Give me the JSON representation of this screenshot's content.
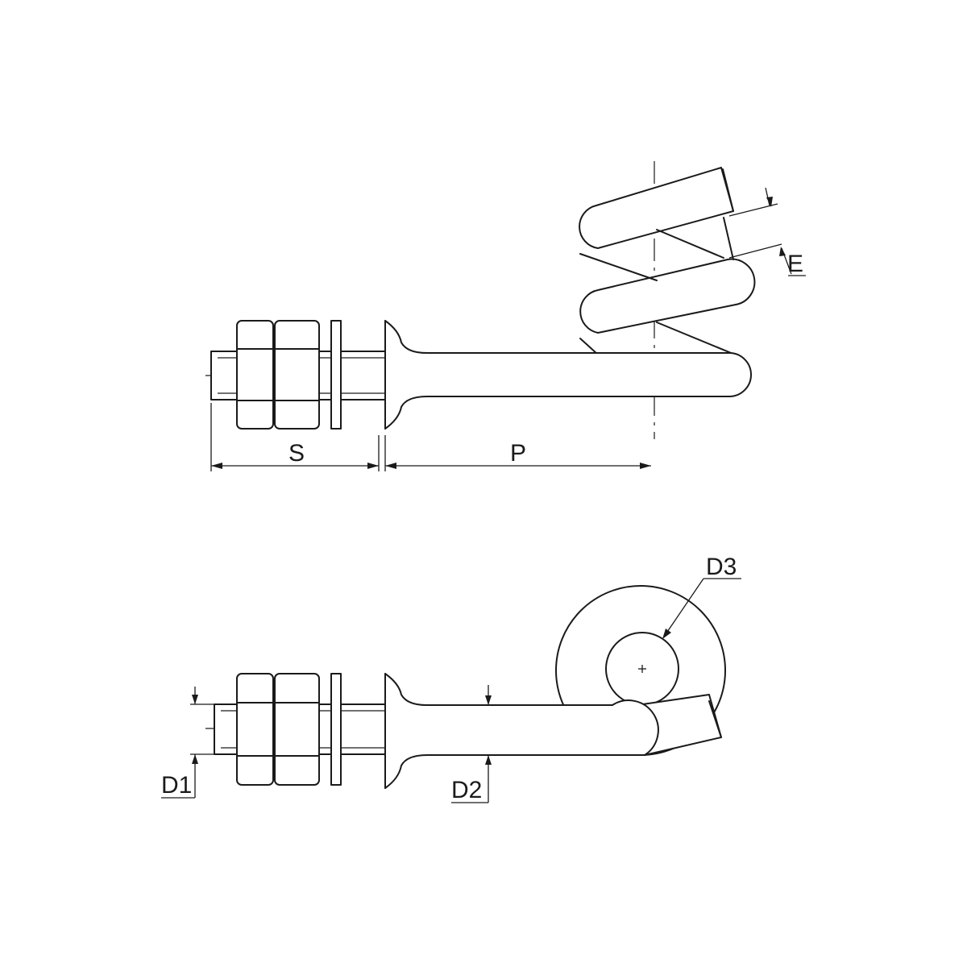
{
  "labels": {
    "s": "S",
    "p": "P",
    "e": "E",
    "d1": "D1",
    "d2": "D2",
    "d3": "D3"
  }
}
